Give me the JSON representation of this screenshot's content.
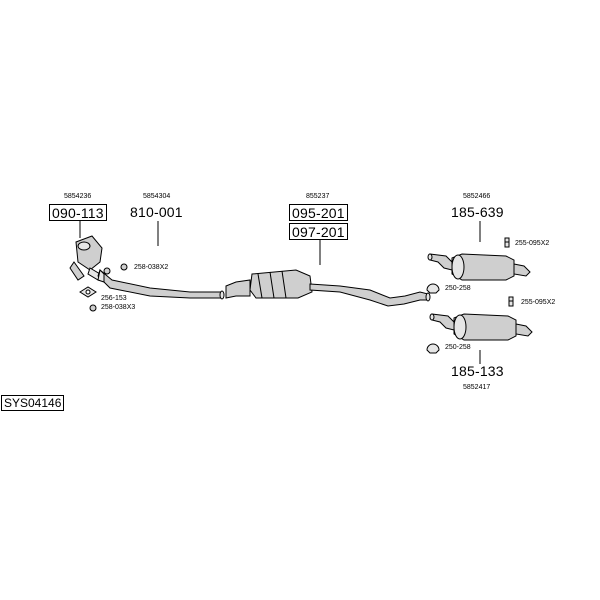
{
  "diagram_id": "SYS04146",
  "groups": [
    {
      "oem": "5854236",
      "parts": [
        "090-113"
      ],
      "boxed": true
    },
    {
      "oem": "5854304",
      "parts": [
        "810-001"
      ],
      "boxed": false
    },
    {
      "oem": "855237",
      "parts": [
        "095-201",
        "097-201"
      ],
      "boxed": true
    },
    {
      "oem": "5852466",
      "parts": [
        "185-639"
      ],
      "boxed": false
    },
    {
      "oem": "5852417",
      "parts": [
        "185-133"
      ],
      "boxed": false
    }
  ],
  "fittings": [
    "258-038X2",
    "256-153",
    "258-038X3",
    "255-095X2",
    "250-258",
    "255-095X2",
    "250-258"
  ],
  "colors": {
    "line": "#000000",
    "part_fill": "#cfcfcf",
    "background": "#ffffff"
  }
}
